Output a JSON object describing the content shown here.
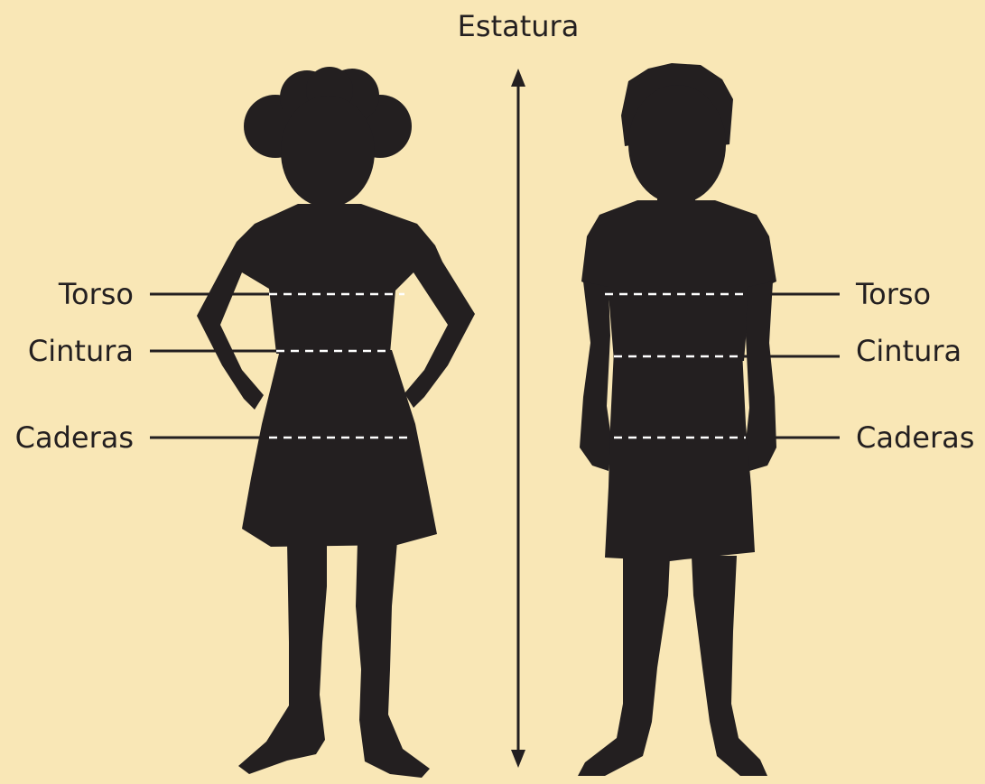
{
  "diagram": {
    "height_label": "Estatura",
    "left_labels": {
      "torso": "Torso",
      "waist": "Cintura",
      "hips": "Caderas"
    },
    "right_labels": {
      "torso": "Torso",
      "waist": "Cintura",
      "hips": "Caderas"
    },
    "colors": {
      "background": "#f9e7b6",
      "silhouette": "#231f20",
      "guide": "#ffffff"
    }
  }
}
